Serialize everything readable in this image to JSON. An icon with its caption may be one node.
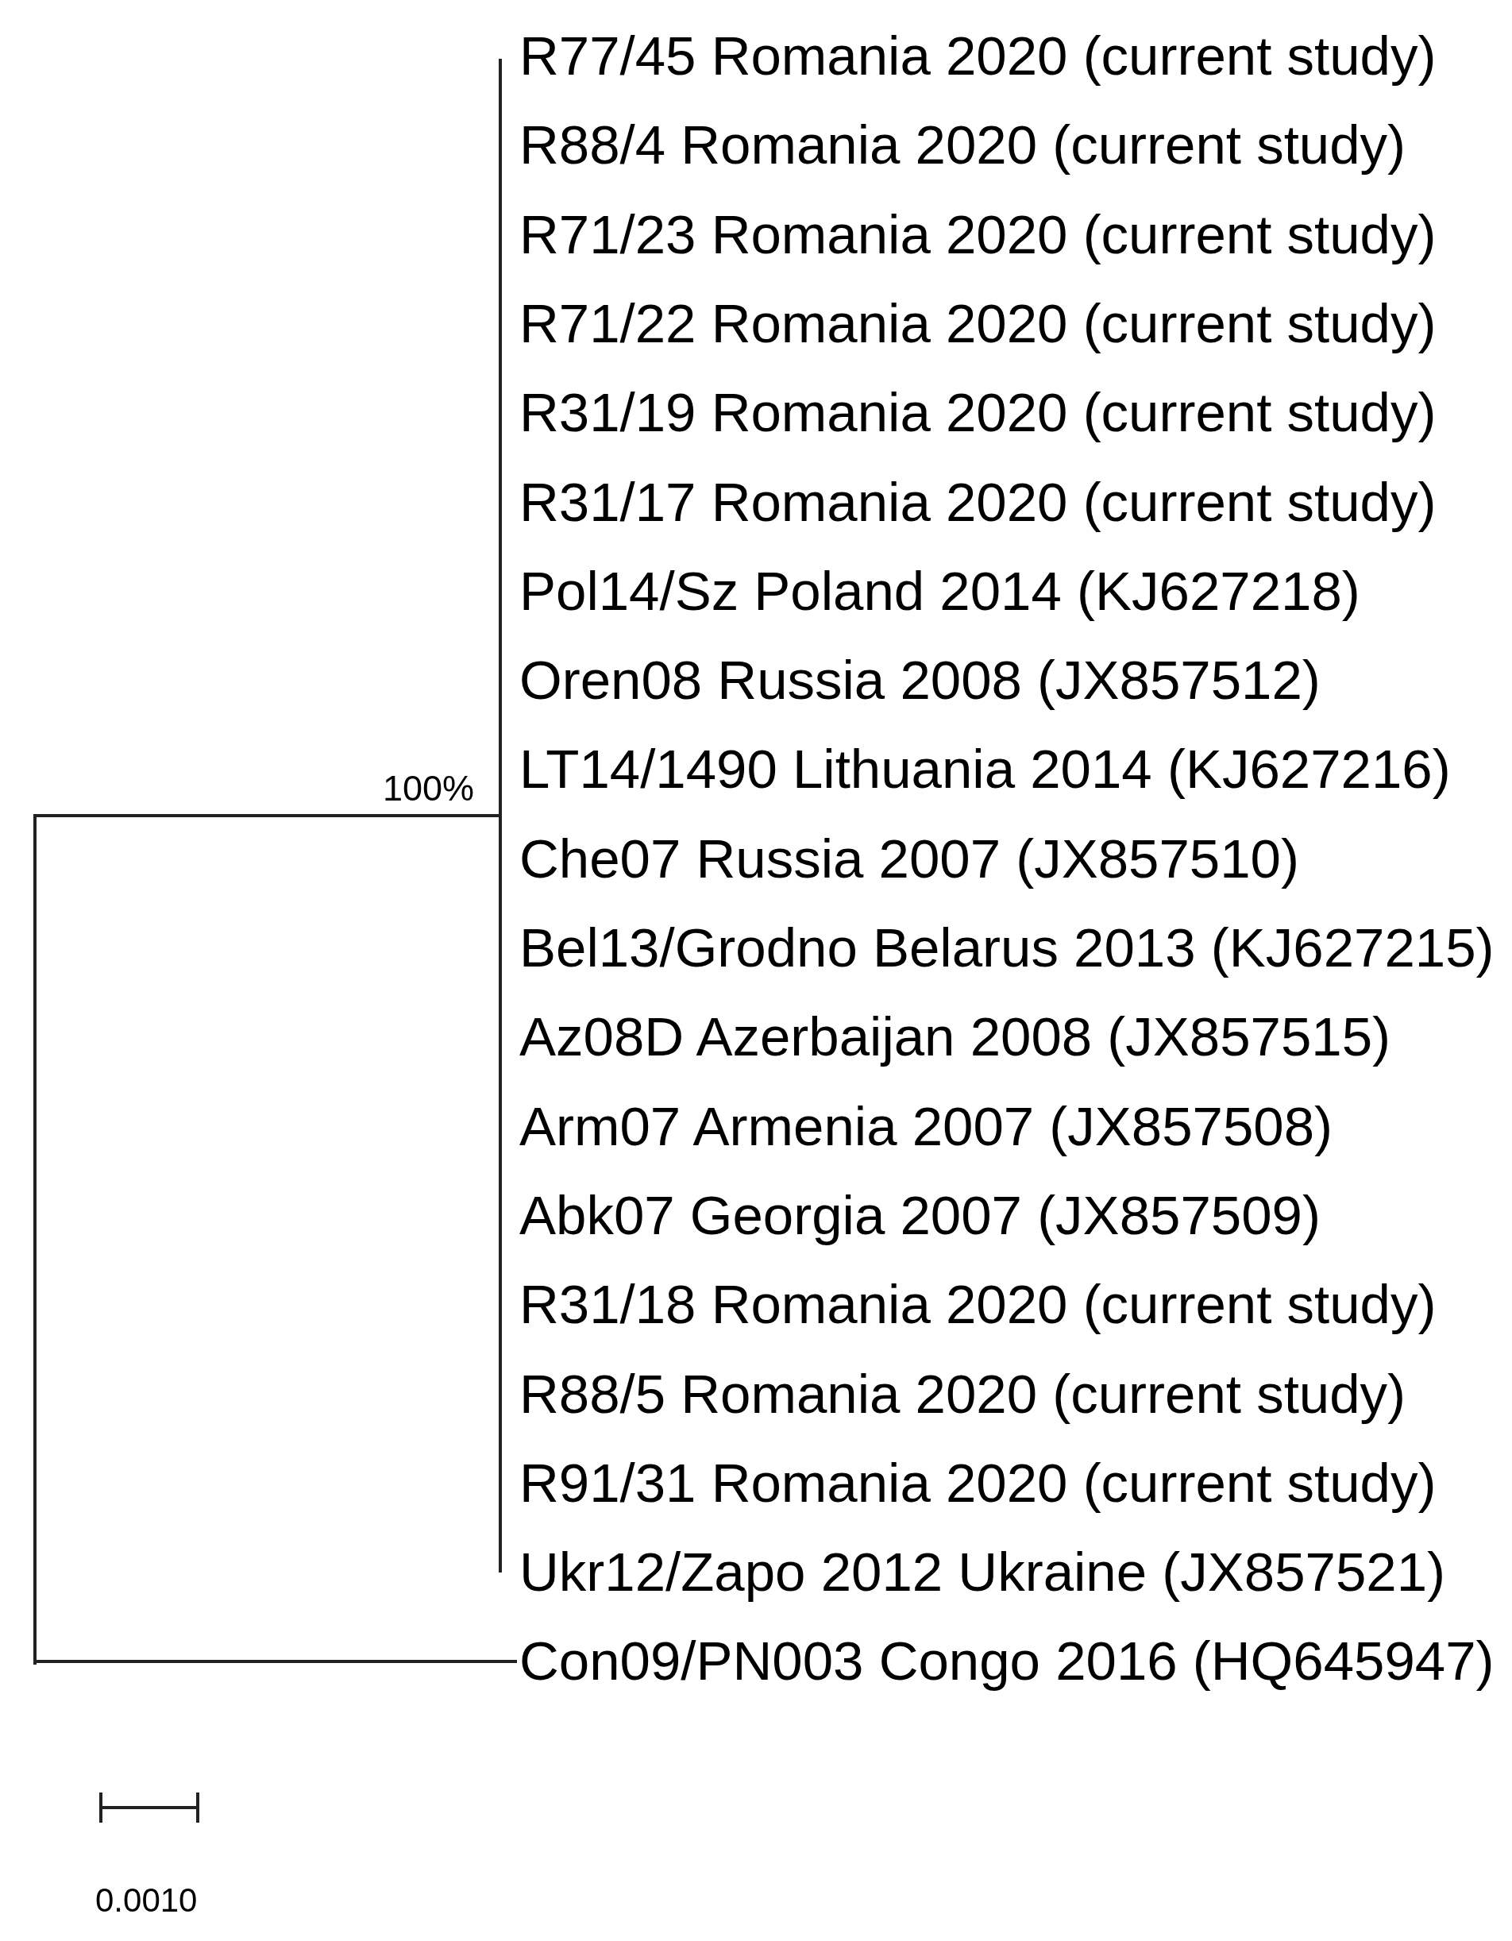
{
  "diagram": {
    "nodes": [
      {
        "text": [],
        "shape": "bar",
        "beside": [
          "100%"
        ]
      },
      {
        "text": [],
        "shape": "bar"
      },
      {
        "text": [
          "Con09/PN003 Congo 2016 (HQ645947)"
        ]
      }
    ],
    "edges": [
      {
        "from": 1,
        "to": 0,
        "arrow": "none"
      },
      {
        "from": 1,
        "to": 2,
        "arrow": "none"
      }
    ],
    "labels": [
      "R77/45 Romania 2020 (current study)",
      "R88/4 Romania 2020 (current study)",
      "R71/23 Romania 2020 (current study)",
      "R71/22 Romania 2020 (current study)",
      "R31/19 Romania 2020 (current study)",
      "R31/17 Romania 2020 (current study)",
      "Pol14/Sz Poland 2014 (KJ627218)",
      "Oren08 Russia 2008 (JX857512)",
      "LT14/1490 Lithuania 2014 (KJ627216)",
      "Che07 Russia 2007 (JX857510)",
      "Bel13/Grodno Belarus 2013 (KJ627215)",
      "Az08D Azerbaijan 2008 (JX857515)",
      "Arm07 Armenia 2007 (JX857508)",
      "Abk07 Georgia 2007 (JX857509)",
      "R31/18 Romania 2020 (current study)",
      "R88/5 Romania 2020 (current study)",
      "R91/31 Romania 2020 (current study)",
      "Ukr12/Zapo 2012 Ukraine (JX857521)",
      "0.0010"
    ]
  }
}
